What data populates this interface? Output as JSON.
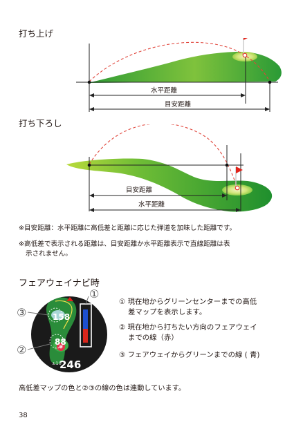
{
  "uphill": {
    "heading": "打ち上げ",
    "label_horizontal": "水平距離",
    "label_target": "目安距離"
  },
  "downhill": {
    "heading": "打ち下ろし",
    "label_target": "目安距離",
    "label_horizontal": "水平距離"
  },
  "notes": [
    "※目安距離：水平距離に高低差と距離に応じた弾道を加味した距離です。",
    "※高低差で表示される距離は、目安距離か水平距離表示で直線距離は表",
    "示されません。"
  ],
  "fairway_navi": {
    "title": "フェアウェイナビ時",
    "screen": {
      "distance_top": "158",
      "distance_mid": "88",
      "distance_bottom": "246",
      "small_label": "±10"
    },
    "callouts": [
      "①",
      "②",
      "③"
    ],
    "items": [
      {
        "num": "①",
        "lines": [
          "現在地からグリーンセンターまでの高低",
          "差マップを表示します。"
        ]
      },
      {
        "num": "②",
        "lines": [
          "現在地から打ちたい方向のフェアウェイ",
          "までの線（赤）"
        ]
      },
      {
        "num": "③",
        "lines": [
          "フェアウェイからグリーンまでの線 ( 青)"
        ]
      }
    ],
    "footer": "高低差マップの色と②③の線の色は連動しています。"
  },
  "page_number": "38",
  "colors": {
    "green_dark": "#1c8a2c",
    "green_light": "#bfdc3c",
    "trajectory_red": "#e0443a",
    "flag_red": "#e2231a",
    "blue_line": "#1d4fcf"
  }
}
